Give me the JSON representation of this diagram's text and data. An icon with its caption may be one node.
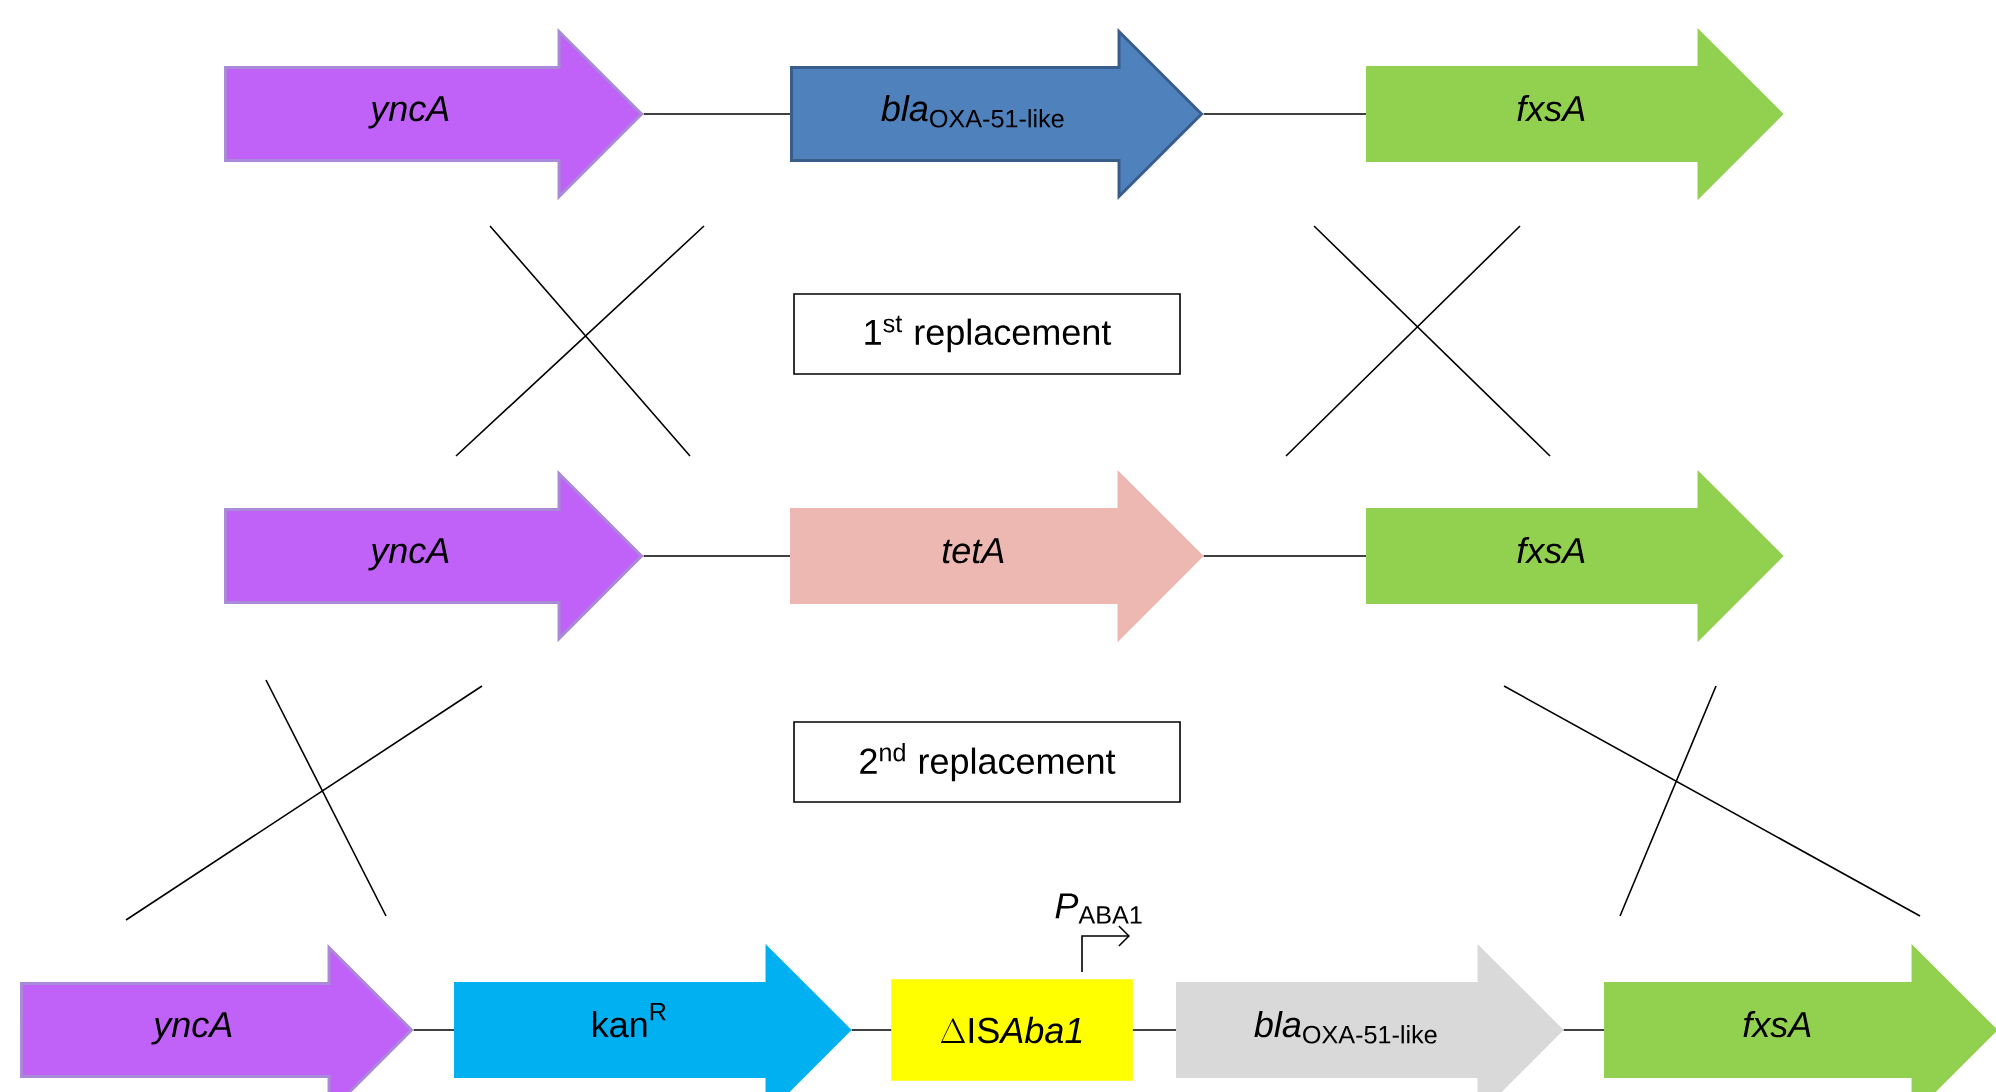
{
  "diagram": {
    "nodes": [
      {
        "text": [
          "yncA"
        ]
      },
      {
        "text": [
          "\\textit{bla}_{\\text{OXA-51-like}}"
        ]
      },
      {
        "text": [
          "fxsA"
        ]
      },
      {
        "text": [
          "1$^{st}$ replacement"
        ]
      },
      {
        "text": [
          "yncA"
        ]
      },
      {
        "text": [
          "tetA"
        ]
      },
      {
        "text": [
          "fxsA"
        ]
      },
      {
        "text": [
          "2$^{nd}$ replacement"
        ]
      },
      {
        "text": [
          "yncA"
        ]
      },
      {
        "text": [
          "\\text{kan}^{\\text{R}}"
        ]
      },
      {
        "text": [
          "\\Delta\\text{IS}\\textit{Aba1}"
        ]
      },
      {
        "text": [
          "\\textit{bla}_{\\text{OXA-51-like}}"
        ]
      },
      {
        "text": [
          "fxsA"
        ]
      }
    ],
    "edges": [
      {
        "from": 0,
        "to": 1,
        "arrow": "none"
      },
      {
        "from": 1,
        "to": 2,
        "arrow": "none"
      },
      {
        "from": 4,
        "to": 5,
        "arrow": "none"
      },
      {
        "from": 5,
        "to": 6,
        "arrow": "none"
      },
      {
        "from": 8,
        "to": 9,
        "arrow": "none"
      },
      {
        "from": 9,
        "to": 10,
        "arrow": "none"
      },
      {
        "from": 10,
        "to": 11,
        "arrow": "none"
      },
      {
        "from": 11,
        "to": 12,
        "arrow": "none"
      }
    ],
    "labels": [
      "\\textit{P}_{\\text{ABA1}}"
    ]
  }
}
